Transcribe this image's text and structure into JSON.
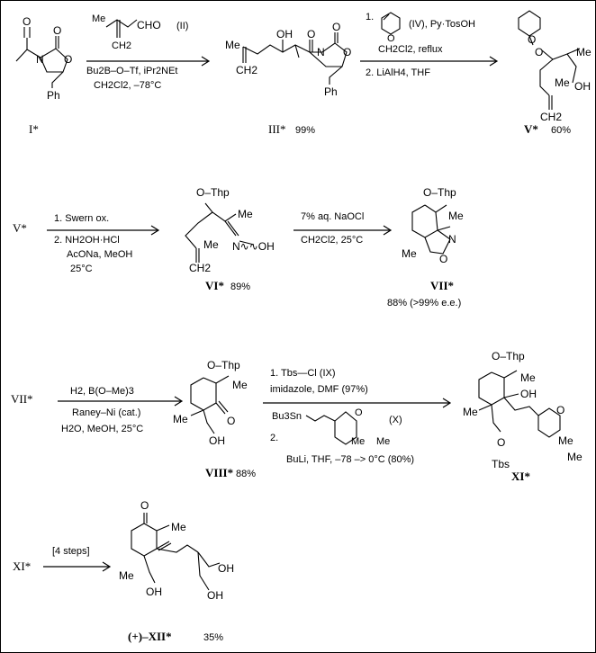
{
  "scheme": {
    "step1": {
      "start": "I*",
      "reagent_top": "(II)",
      "reagent_line1": "Bu2B–O–Tf, iPr2NEt",
      "reagent_line2": "CH2Cl2,   –78°C",
      "product": "III*",
      "yield": "99%"
    },
    "step2": {
      "line1": "1.",
      "reagent_tag": "(IV),  Py·TosOH",
      "line2": "CH2Cl2,    reflux",
      "line3": "2. LiAlH4,    THF",
      "product": "V*",
      "yield": "60%"
    },
    "step3": {
      "start": "V*",
      "line1": "1. Swern ox.",
      "line2": "2. NH2OH·HCl",
      "line3": "AcONa,   MeOH",
      "line4": "25°C",
      "product": "VI*",
      "yield": "89%"
    },
    "step4": {
      "line1": "7% aq. NaOCl",
      "line2": "CH2Cl2,    25°C",
      "product": "VII*",
      "yield": "88% (>99% e.e.)"
    },
    "step5": {
      "start": "VII*",
      "line1": "H2,  B(O–Me)3",
      "line2": "Raney–Ni (cat.)",
      "line3": "H2O, MeOH,   25°C",
      "product": "VIII*",
      "yield": "88%"
    },
    "step6": {
      "line1": "1. Tbs—Cl  (IX)",
      "line2": "imidazole, DMF   (97%)",
      "line3": "2.",
      "reagent_tag": "(X)",
      "line4": "BuLi, THF, –78 –> 0°C  (80%)",
      "product": "XI*"
    },
    "step7": {
      "start": "XI*",
      "line1": "[4 steps]",
      "product": "(+)–XII*",
      "yield": "35%"
    },
    "atoms": {
      "me": "Me",
      "ph": "Ph",
      "oh": "OH",
      "o": "O",
      "n": "N",
      "cho": "CHO",
      "ch2": "CH2",
      "othp": "O–Thp",
      "otbs": "Tbs",
      "noh": "N∿∿OH",
      "bu3sn": "Bu3Sn",
      "me2": "Me"
    }
  }
}
